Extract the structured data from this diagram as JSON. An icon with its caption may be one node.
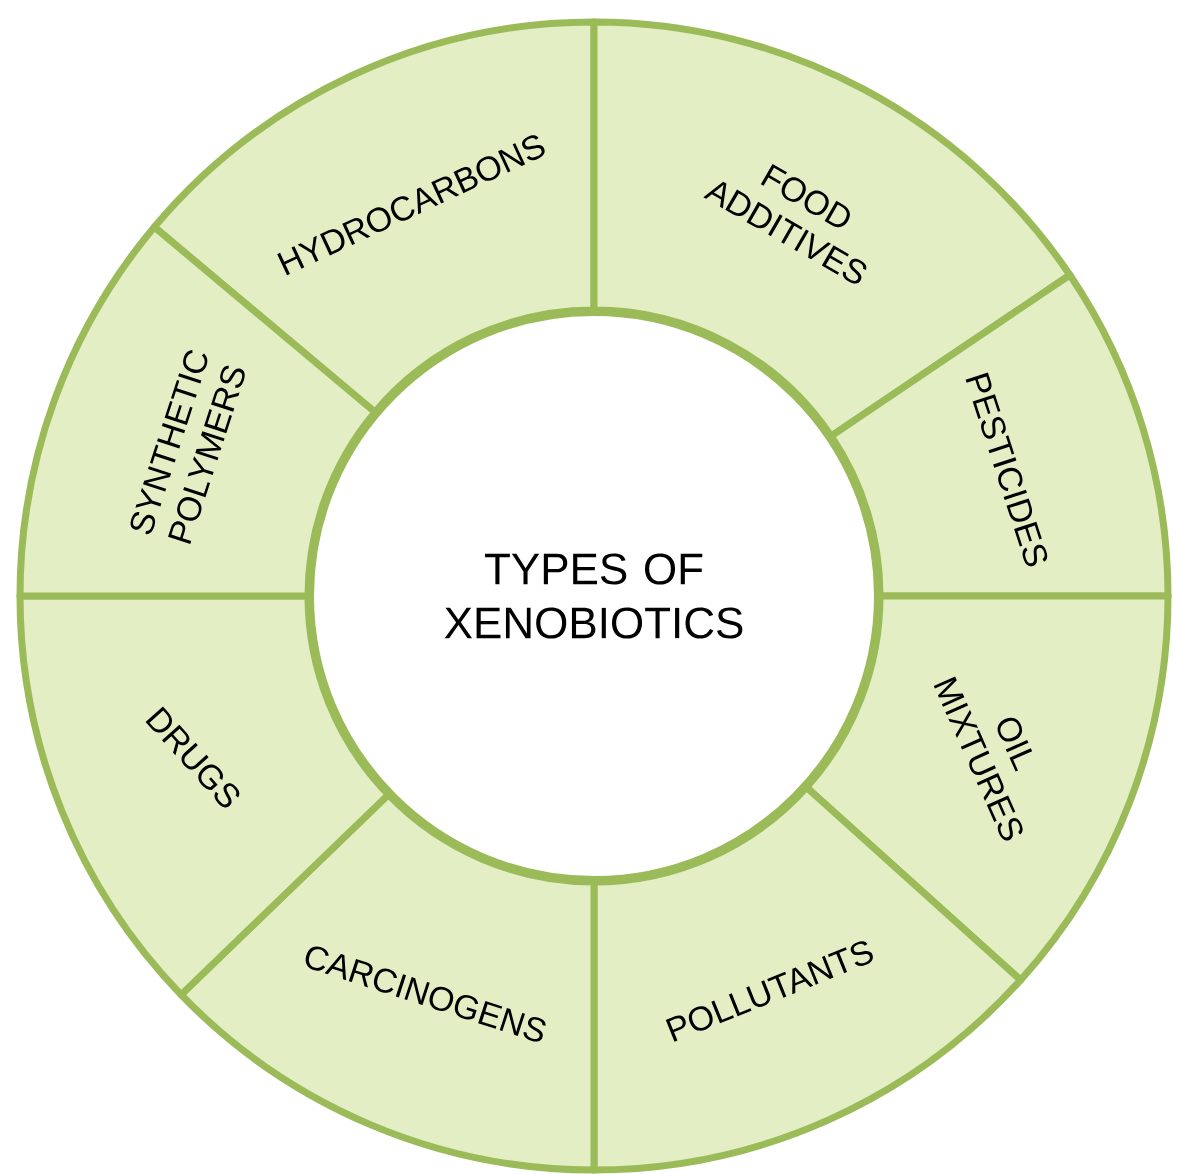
{
  "diagram": {
    "nodes": [
      {
        "text": [
          "TYPES OF XENOBIOTICS"
        ]
      },
      {
        "text": [
          "HYDROCARBONS"
        ]
      },
      {
        "text": [
          "FOOD ADDITIVES"
        ]
      },
      {
        "text": [
          "PESTICIDES"
        ]
      },
      {
        "text": [
          "OIL MIXTURES"
        ]
      },
      {
        "text": [
          "POLLUTANTS"
        ]
      },
      {
        "text": [
          "CARCINOGENS"
        ]
      },
      {
        "text": [
          "DRUGS"
        ]
      },
      {
        "text": [
          "SYNTHETIC POLYMERS"
        ]
      }
    ]
  }
}
